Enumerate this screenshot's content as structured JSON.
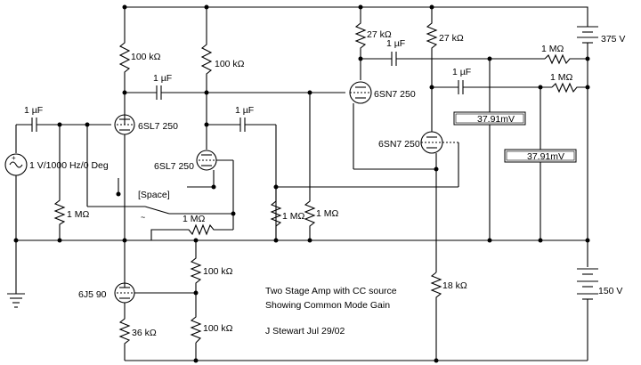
{
  "schematic": {
    "title_line1": "Two Stage Amp with CC source",
    "title_line2": "Showing Common Mode Gain",
    "author": "J Stewart Jul 29/02",
    "switch_label": "[Space]",
    "source_label": "1 V/1000 Hz/0 Deg",
    "supply_top": "375 V",
    "supply_bottom": "150 V",
    "meter1_value": "37.91m",
    "meter1_unit": "V",
    "meter2_value": "37.91m",
    "meter2_unit": "V",
    "tubes": {
      "v1": "6SL7 250",
      "v2": "6SL7 250",
      "v3": "6SN7 250",
      "v4": "6SN7 250",
      "v5": "6J5 90"
    },
    "components": {
      "r_plate1": "100 kΩ",
      "r_plate2": "100 kΩ",
      "r_cf1": "27 kΩ",
      "r_cf2": "27 kΩ",
      "r_load1": "1 MΩ",
      "r_load2": "1 MΩ",
      "r_grid1": "1 MΩ",
      "r_sw": "1 MΩ",
      "r_grid3": "1 MΩ",
      "r_grid4": "1 MΩ",
      "r_cc1": "100 kΩ",
      "r_cc2": "100 kΩ",
      "r_cc3": "36 kΩ",
      "r_18k": "18 kΩ",
      "c_in": "1 µF",
      "c_1": "1 µF",
      "c_2": "1 µF",
      "c_3": "1 µF",
      "c_4": "1 µF"
    }
  }
}
